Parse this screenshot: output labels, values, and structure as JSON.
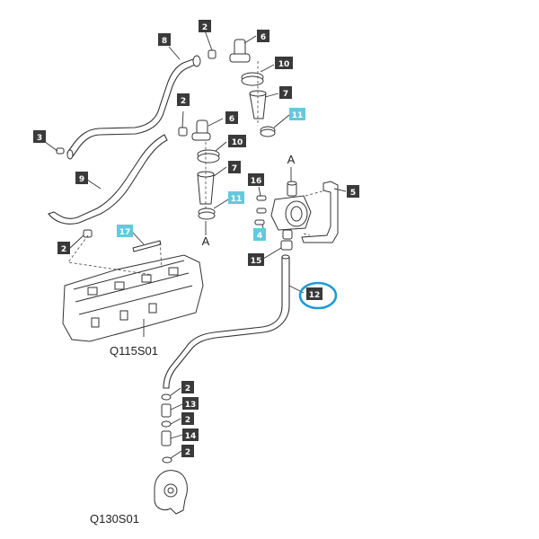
{
  "callouts": [
    {
      "id": "c8",
      "label": "8",
      "style": "dark"
    },
    {
      "id": "c2a",
      "label": "2",
      "style": "dark"
    },
    {
      "id": "c6a",
      "label": "6",
      "style": "dark"
    },
    {
      "id": "c10a",
      "label": "10",
      "style": "dark"
    },
    {
      "id": "c7a",
      "label": "7",
      "style": "dark"
    },
    {
      "id": "c11a",
      "label": "11",
      "style": "cyan"
    },
    {
      "id": "c2b",
      "label": "2",
      "style": "dark"
    },
    {
      "id": "c6b",
      "label": "6",
      "style": "dark"
    },
    {
      "id": "c10b",
      "label": "10",
      "style": "dark"
    },
    {
      "id": "c7b",
      "label": "7",
      "style": "dark"
    },
    {
      "id": "c11b",
      "label": "11",
      "style": "cyan"
    },
    {
      "id": "c3",
      "label": "3",
      "style": "dark"
    },
    {
      "id": "c9",
      "label": "9",
      "style": "dark"
    },
    {
      "id": "c16",
      "label": "16",
      "style": "dark"
    },
    {
      "id": "c5",
      "label": "5",
      "style": "dark"
    },
    {
      "id": "c4",
      "label": "4",
      "style": "cyan"
    },
    {
      "id": "c17",
      "label": "17",
      "style": "cyan"
    },
    {
      "id": "c2c",
      "label": "2",
      "style": "dark"
    },
    {
      "id": "c15",
      "label": "15",
      "style": "dark"
    },
    {
      "id": "c12",
      "label": "12",
      "style": "dark"
    },
    {
      "id": "c2d",
      "label": "2",
      "style": "dark"
    },
    {
      "id": "c13",
      "label": "13",
      "style": "dark"
    },
    {
      "id": "c2e",
      "label": "2",
      "style": "dark"
    },
    {
      "id": "c14",
      "label": "14",
      "style": "dark"
    },
    {
      "id": "c2f",
      "label": "2",
      "style": "dark"
    }
  ],
  "refs": {
    "engine_cover": "Q115S01",
    "bottom_part": "Q130S01"
  },
  "letters": {
    "upper_a": "A",
    "middle_a": "A"
  },
  "colors": {
    "callout_dark": "#3a3a3a",
    "callout_cyan": "#66c8dc",
    "highlight_ring": "#1e9ad6"
  }
}
